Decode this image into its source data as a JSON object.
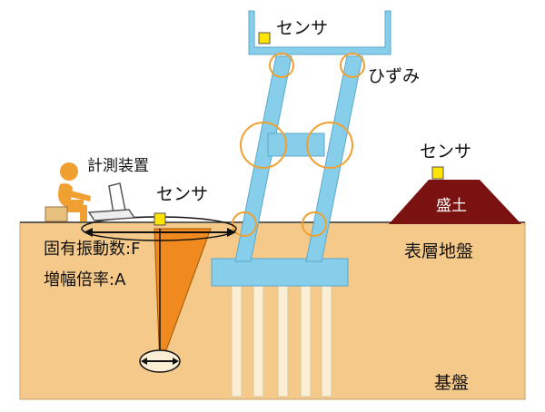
{
  "labels": {
    "sensor_bridge": "センサ",
    "strain": "ひずみ",
    "measuring_device": "計測装置",
    "sensor_ground": "センサ",
    "sensor_embankment": "センサ",
    "embankment": "盛土",
    "surface_layer": "表層地盤",
    "natural_frequency": "固有振動数:F",
    "amplification": "増幅倍率:A",
    "bedrock": "基盤"
  },
  "colors": {
    "ground": "#f5c98a",
    "structure": "#87ceeb",
    "structure_edge": "#5aa8cc",
    "embankment": "#7a1212",
    "sensor": "#ffe400",
    "highlight_circle": "#f0a030",
    "person": "#f0a030",
    "amplification_wedge": "#f08a1e",
    "pile": "#faefd4"
  }
}
